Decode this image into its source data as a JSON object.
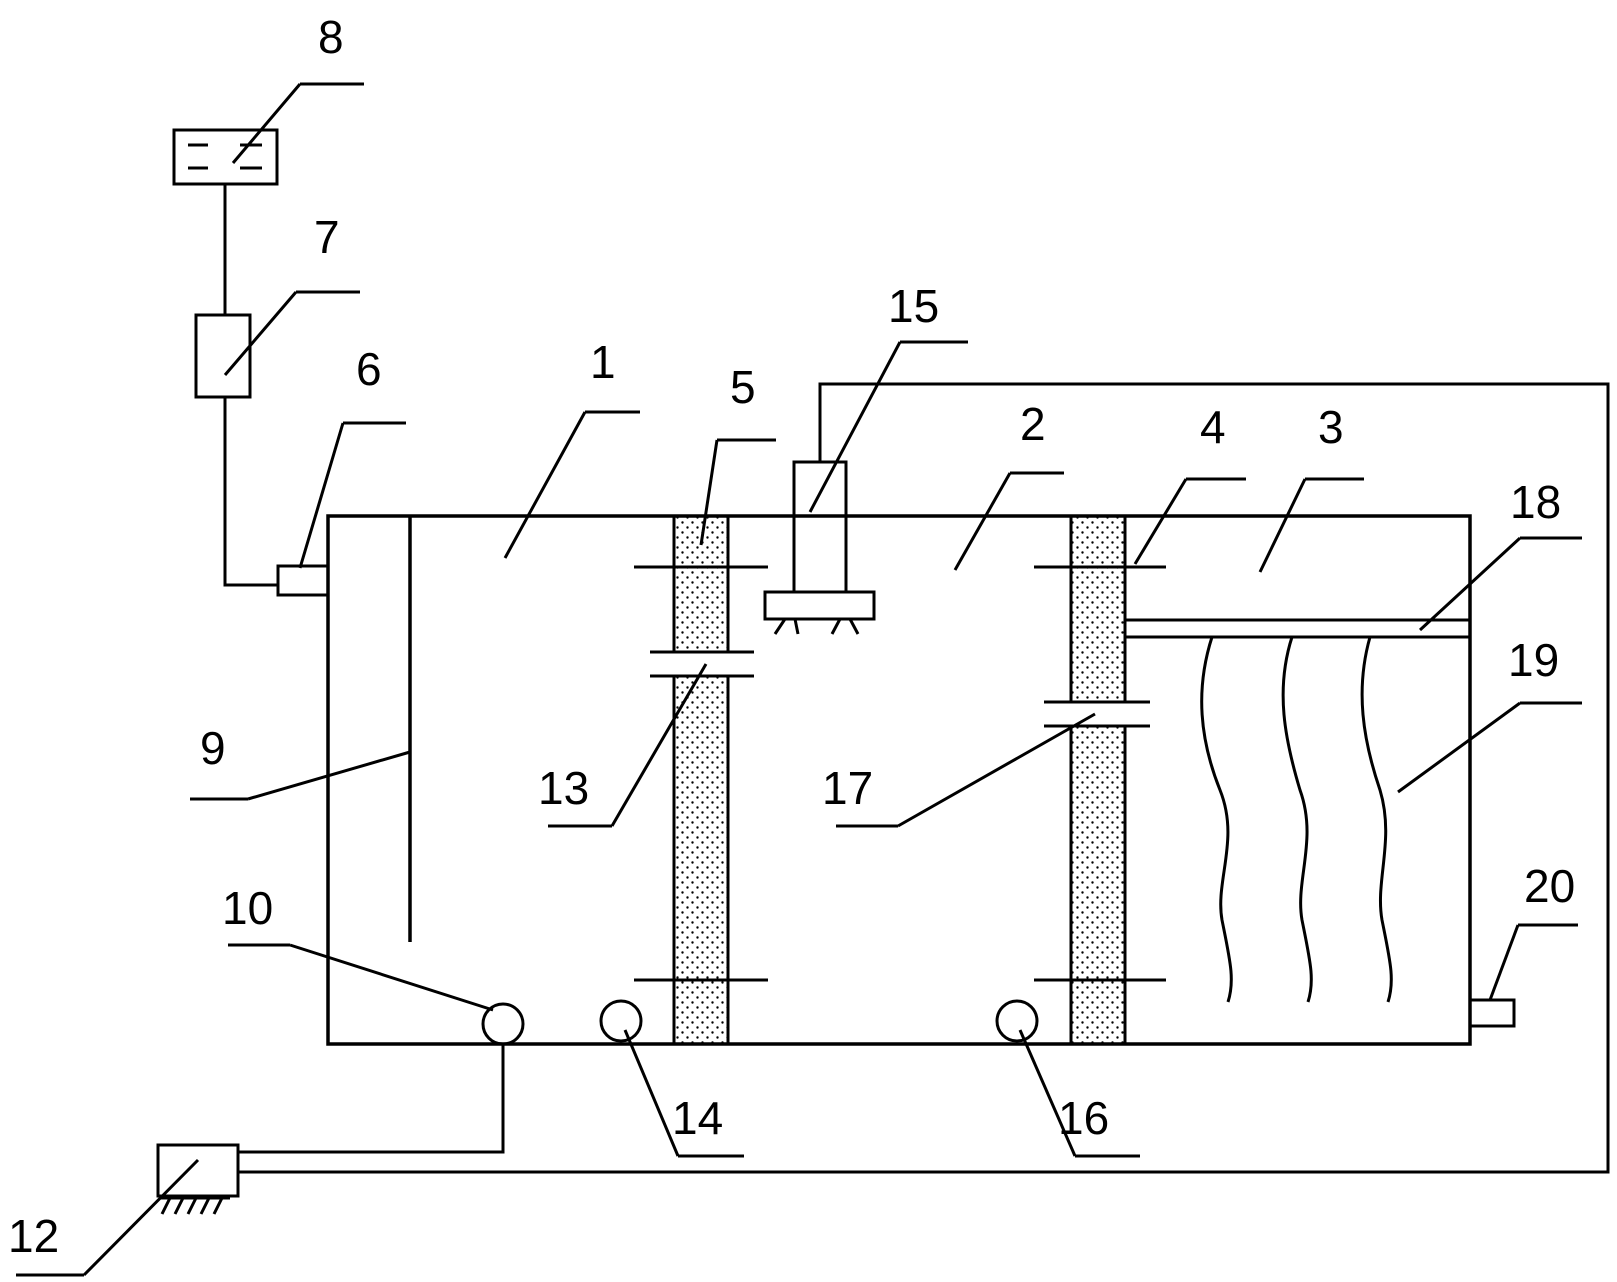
{
  "figure": {
    "labels": {
      "n1": "1",
      "n2": "2",
      "n3": "3",
      "n4": "4",
      "n5": "5",
      "n6": "6",
      "n7": "7",
      "n8": "8",
      "n9": "9",
      "n10": "10",
      "n12": "12",
      "n13": "13",
      "n14": "14",
      "n15": "15",
      "n16": "16",
      "n17": "17",
      "n18": "18",
      "n19": "19",
      "n20": "20"
    },
    "colors": {
      "stroke": "#000000",
      "background": "#ffffff",
      "filter_dots": "#000000"
    }
  }
}
